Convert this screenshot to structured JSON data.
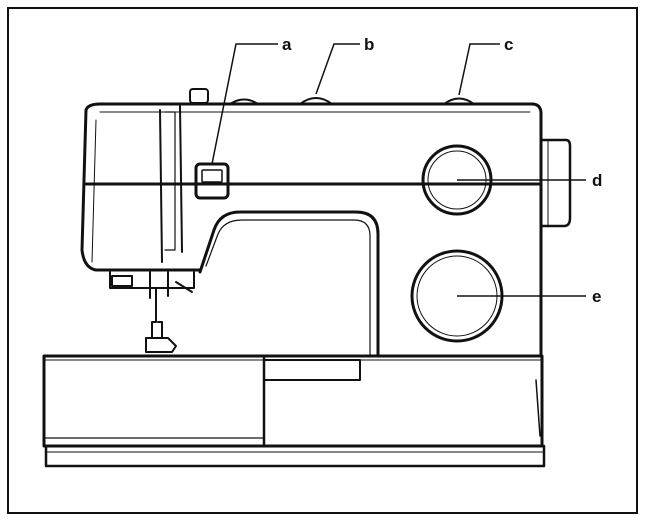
{
  "diagram": {
    "callouts": [
      {
        "id": "a",
        "label": "a"
      },
      {
        "id": "b",
        "label": "b"
      },
      {
        "id": "c",
        "label": "c"
      },
      {
        "id": "d",
        "label": "d"
      },
      {
        "id": "e",
        "label": "e"
      }
    ]
  },
  "colors": {
    "line": "#111111",
    "panel_gray": "#9a9a9a",
    "background": "#ffffff"
  }
}
